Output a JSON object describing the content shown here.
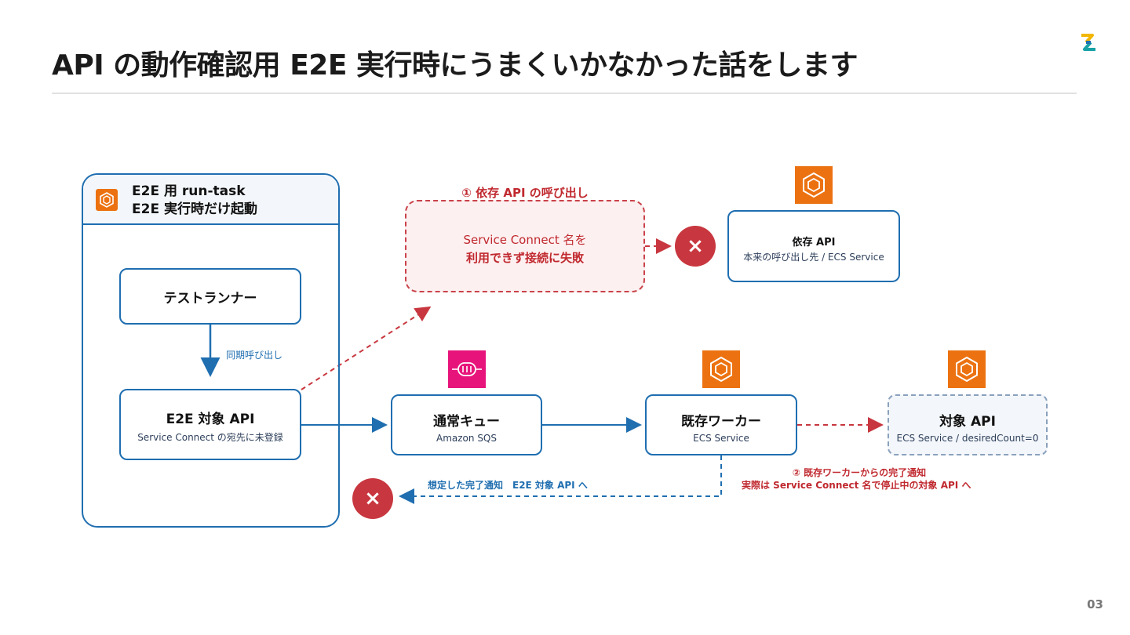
{
  "title": "API の動作確認用 E2E 実行時にうまくいかなかった話をします",
  "page_number": "03",
  "run_task_box": {
    "line1": "E2E 用 run-task",
    "line2": "E2E 実行時だけ起動"
  },
  "test_runner": {
    "label": "テストランナー"
  },
  "sync_call_label": "同期呼び出し",
  "e2e_api": {
    "label": "E2E 対象 API",
    "sub": "Service Connect の宛先に未登録"
  },
  "failure_step1": {
    "label": "① 依存 API の呼び出し",
    "line1": "Service Connect 名を",
    "line2": "利用できず接続に失敗"
  },
  "dependency_api": {
    "label": "依存 API",
    "sub": "本来の呼び出し先 / ECS Service"
  },
  "queue": {
    "label": "通常キュー",
    "sub": "Amazon SQS"
  },
  "worker": {
    "label": "既存ワーカー",
    "sub": "ECS Service"
  },
  "target_api": {
    "label": "対象 API",
    "sub": "ECS Service / desiredCount=0"
  },
  "expected_notice": "想定した完了通知　E2E 対象 API へ",
  "failure_step2": {
    "line1": "② 既存ワーカーからの完了通知",
    "line2": "実際は Service Connect 名で停止中の対象 API へ"
  },
  "fail_mark": "×",
  "colors": {
    "blue": "#1f6eb0",
    "red": "#c8373f",
    "aws_orange": "#ec7211",
    "sqs_pink": "#e7157b"
  },
  "icons": [
    "ecs-icon",
    "sqs-icon",
    "logo-icon",
    "fail-x-icon"
  ]
}
